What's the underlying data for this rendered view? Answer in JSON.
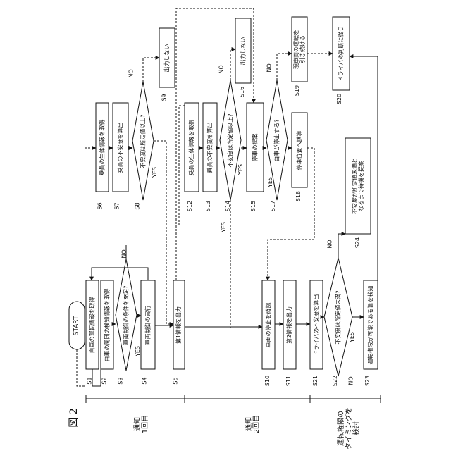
{
  "figure": {
    "label": "図 2"
  },
  "sections": [
    {
      "id": "notice1",
      "text": "通知\n1回目"
    },
    {
      "id": "notice2",
      "text": "通知\n2回目"
    },
    {
      "id": "takeover",
      "text": "運転権限の\nタイミングを\n検討"
    }
  ],
  "nodes": [
    {
      "id": "start",
      "text": "START"
    },
    {
      "id": "s1",
      "text": "自車の運転情報を取得"
    },
    {
      "id": "s2",
      "text": "自車の周囲の検知情報を取得"
    },
    {
      "id": "s3",
      "text": "車両制御の条件を充足?"
    },
    {
      "id": "s4",
      "text": "車両制御の実行"
    },
    {
      "id": "s5",
      "text": "第1情報を出力"
    },
    {
      "id": "s6",
      "text": "乗員の生体情報を取得"
    },
    {
      "id": "s7",
      "text": "乗員の不安度を算出"
    },
    {
      "id": "s8",
      "text": "不安度は所定値以上?"
    },
    {
      "id": "s9",
      "text": "出力しない"
    },
    {
      "id": "s10",
      "text": "車両の停止を確認"
    },
    {
      "id": "s11",
      "text": "第2情報を出力"
    },
    {
      "id": "s12",
      "text": "乗員の生体情報を取得"
    },
    {
      "id": "s13",
      "text": "乗員の不安度を算出"
    },
    {
      "id": "s14",
      "text": "不安度は所定値以上?"
    },
    {
      "id": "s15",
      "text": "停車の提案"
    },
    {
      "id": "s16",
      "text": "出力しない"
    },
    {
      "id": "s17",
      "text": "自車が停止する?"
    },
    {
      "id": "s18",
      "text": "停車位置へ誘導"
    },
    {
      "id": "s19",
      "text": "現車両の運転を\n引き続ける"
    },
    {
      "id": "s20",
      "text": "ドライバの判断に従う"
    },
    {
      "id": "s21",
      "text": "ドライバの不安度を算出"
    },
    {
      "id": "s22",
      "text": "不安度は所定値未満?"
    },
    {
      "id": "s23",
      "text": "運転権限が可能である旨を検知"
    },
    {
      "id": "s24",
      "text": "不安度が所定値未満と\nなるまで待機を提案"
    }
  ],
  "step_labels": [
    "S1",
    "S2",
    "S3",
    "S4",
    "S5",
    "S6",
    "S7",
    "S8",
    "S9",
    "S10",
    "S11",
    "S12",
    "S13",
    "S14",
    "S15",
    "S16",
    "S17",
    "S18",
    "S19",
    "S20",
    "S21",
    "S22",
    "S23",
    "S24"
  ],
  "branch_labels": {
    "yes": "YES",
    "no": "NO"
  }
}
